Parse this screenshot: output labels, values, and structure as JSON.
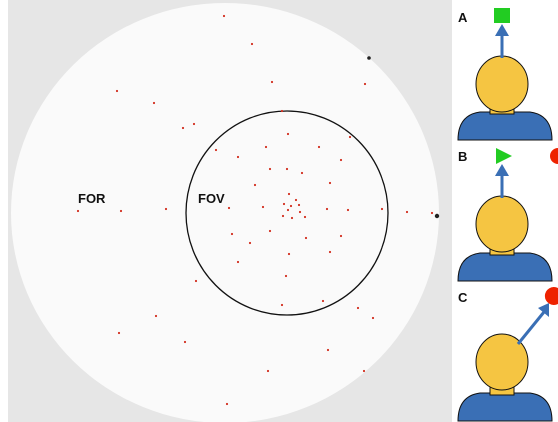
{
  "labels": {
    "for": "FOR",
    "fov": "FOV"
  },
  "panels": [
    {
      "letter": "A",
      "target_shape": "square",
      "target_color": "#22cc22"
    },
    {
      "letter": "B",
      "target_shape": "triangle",
      "target_color": "#22cc22",
      "side_marker_color": "#ee2200"
    },
    {
      "letter": "C",
      "target_shape": "circle",
      "target_color": "#ee2200"
    }
  ],
  "colors": {
    "background": "#e6e6e6",
    "sphere": "#fafafa",
    "dots": "#d23020",
    "head": "#f5c542",
    "head_outline": "#111111",
    "body": "#3a6fb5",
    "arrow": "#3a6fb5"
  }
}
